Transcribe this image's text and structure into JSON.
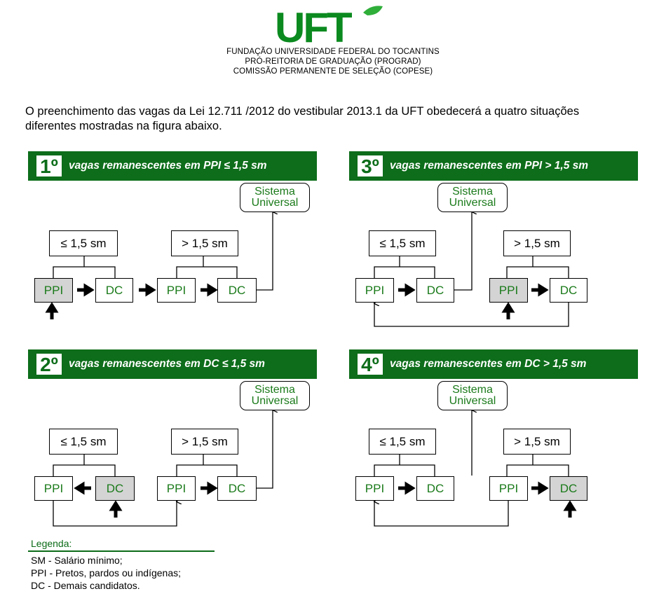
{
  "header": {
    "logo_text": "UFT",
    "institution": "FUNDAÇÃO UNIVERSIDADE FEDERAL DO TOCANTINS",
    "prorectory": "PRÓ-REITORIA DE GRADUAÇÃO (PROGRAD)",
    "commission": "COMISSÃO PERMANENTE DE SELEÇÃO (COPESE)"
  },
  "intro": {
    "line1": "O preenchimento das vagas da Lei 12.711 /2012 do vestibular 2013.1 da UFT obedecerá a quatro situações",
    "line2": "diferentes mostradas na figura abaixo."
  },
  "colors": {
    "banner": "#0d6d1a",
    "logo": "#0b8a1f",
    "box_text": "#1a7a1a",
    "highlight": "#d4d4d4"
  },
  "panels": [
    {
      "number": "1º",
      "title": "vagas remanescentes em PPI ≤ 1,5 sm",
      "system_label_1": "Sistema",
      "system_label_2": "Universal",
      "low_label": "≤ 1,5 sm",
      "high_label": "> 1,5 sm",
      "nodes": [
        "PPI",
        "DC",
        "PPI",
        "DC"
      ],
      "highlighted_node": 0
    },
    {
      "number": "2º",
      "title": "vagas remanescentes em DC ≤ 1,5 sm",
      "system_label_1": "Sistema",
      "system_label_2": "Universal",
      "low_label": "≤ 1,5 sm",
      "high_label": "> 1,5 sm",
      "nodes": [
        "PPI",
        "DC",
        "PPI",
        "DC"
      ],
      "highlighted_node": 1
    },
    {
      "number": "3º",
      "title": "vagas remanescentes em PPI > 1,5 sm",
      "system_label_1": "Sistema",
      "system_label_2": "Universal",
      "low_label": "≤ 1,5 sm",
      "high_label": "> 1,5 sm",
      "nodes": [
        "PPI",
        "DC",
        "PPI",
        "DC"
      ],
      "highlighted_node": 2
    },
    {
      "number": "4º",
      "title": "vagas remanescentes em DC > 1,5 sm",
      "system_label_1": "Sistema",
      "system_label_2": "Universal",
      "low_label": "≤ 1,5 sm",
      "high_label": "> 1,5 sm",
      "nodes": [
        "PPI",
        "DC",
        "PPI",
        "DC"
      ],
      "highlighted_node": 3
    }
  ],
  "legend": {
    "title": "Legenda:",
    "items": [
      "SM - Salário mínimo;",
      "PPI - Pretos, pardos ou indígenas;",
      "DC - Demais candidatos."
    ]
  }
}
